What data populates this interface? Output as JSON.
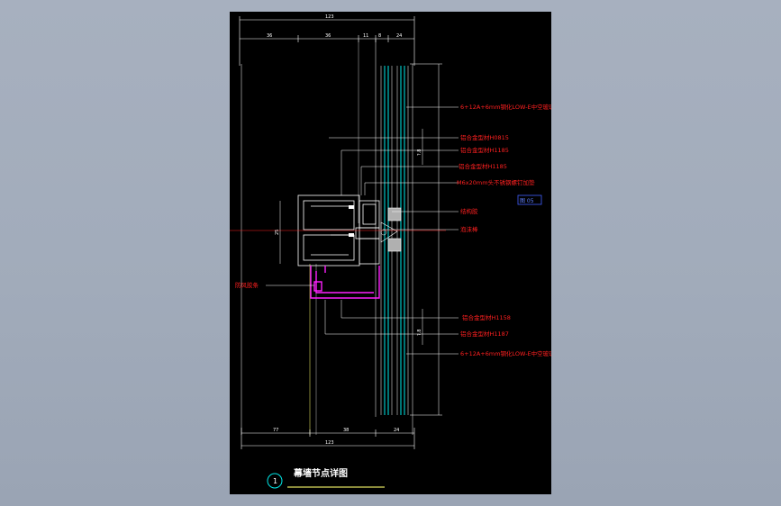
{
  "drawing": {
    "title": "幕墙节点详图",
    "section_mark": "1",
    "tag_box": "图 05",
    "dims_top": {
      "overall": "123",
      "segments": [
        "36",
        "36",
        "11",
        "8",
        "24"
      ]
    },
    "dims_bottom": {
      "overall": "123",
      "segments": [
        "77",
        "38",
        "24"
      ]
    },
    "dim_left": "25",
    "dim_right_upper": "?.8",
    "dim_right_lower": "?.8",
    "labels": [
      "6+12A+6mm钢化LOW-E中空玻璃",
      "铝合金型材H0815",
      "铝合金型材H1185",
      "铝合金型材H1185",
      "M6x20mm头不锈钢螺钉加垫",
      "结构胶",
      "泡沫棒",
      "防风胶条",
      "铝合金型材H1158",
      "铝合金型材H1187",
      "6+12A+6mm钢化LOW-E中空玻璃"
    ]
  }
}
